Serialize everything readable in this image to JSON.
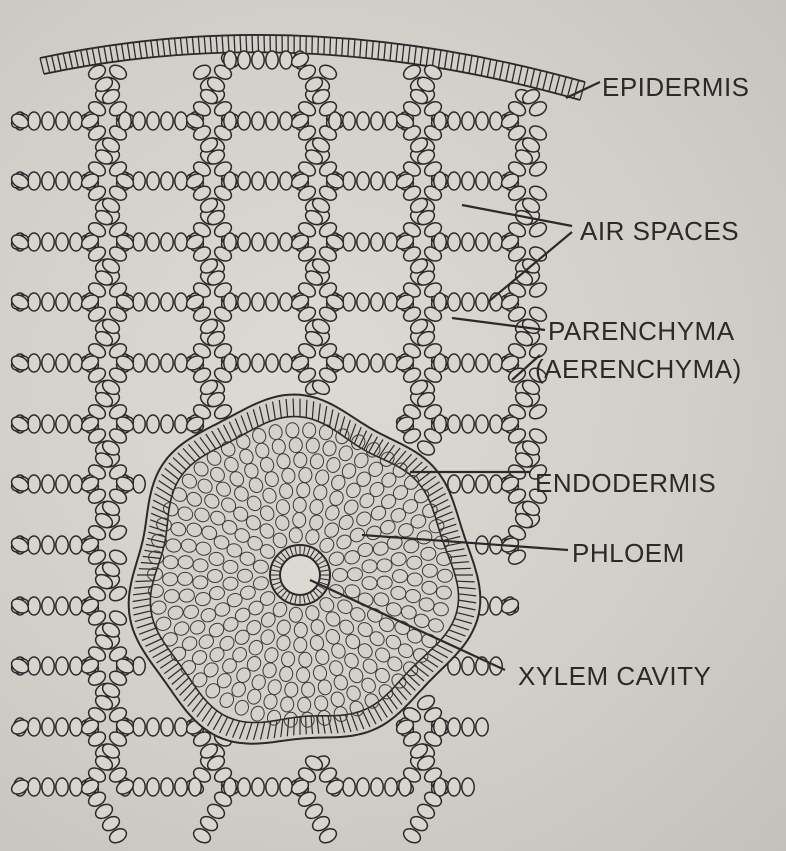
{
  "labels": {
    "epidermis": "EPIDERMIS",
    "air_spaces": "AIR SPACES",
    "parenchyma": "PARENCHYMA",
    "aerenchyma": "(AERENCHYMA)",
    "endodermis": "ENDODERMIS",
    "phloem": "PHLOEM",
    "xylem_cavity": "XYLEM CAVITY"
  },
  "colors": {
    "paper": "#d4d1cb",
    "ink": "#2a2a2a",
    "cell_fill": "#d6d3cd"
  }
}
